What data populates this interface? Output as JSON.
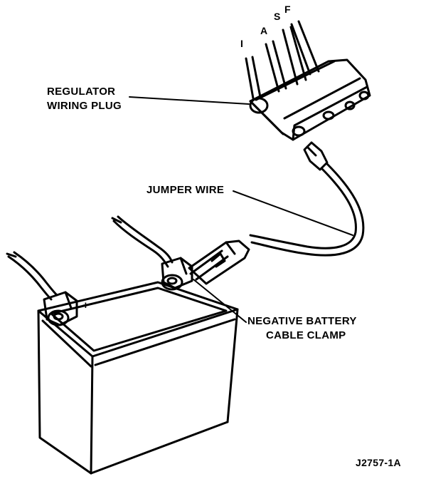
{
  "diagram": {
    "labels": {
      "regulator_line1": "REGULATOR",
      "regulator_line2": "WIRING PLUG",
      "jumper_wire": "JUMPER WIRE",
      "negative_line1": "NEGATIVE BATTERY",
      "negative_line2": "CABLE CLAMP",
      "terminal_i": "I",
      "terminal_a": "A",
      "terminal_s": "S",
      "terminal_f": "F",
      "positive_mark": "+",
      "reference_code": "J2757-1A"
    },
    "line_color": "#000000",
    "background_color": "#ffffff"
  }
}
